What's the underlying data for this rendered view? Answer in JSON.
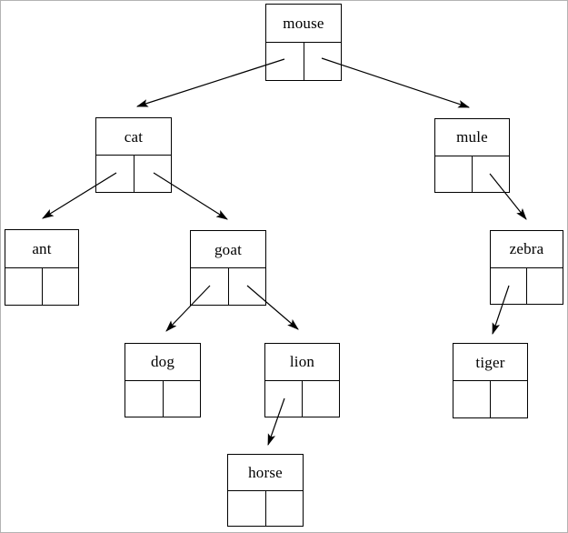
{
  "diagram": {
    "kind": "binary-tree",
    "root": "mouse",
    "nodes": [
      {
        "id": "mouse",
        "label": "mouse",
        "left_child": "cat",
        "right_child": "mule"
      },
      {
        "id": "cat",
        "label": "cat",
        "left_child": "ant",
        "right_child": "goat"
      },
      {
        "id": "mule",
        "label": "mule",
        "left_child": null,
        "right_child": "zebra"
      },
      {
        "id": "ant",
        "label": "ant",
        "left_child": null,
        "right_child": null
      },
      {
        "id": "goat",
        "label": "goat",
        "left_child": "dog",
        "right_child": "lion"
      },
      {
        "id": "zebra",
        "label": "zebra",
        "left_child": "tiger",
        "right_child": null
      },
      {
        "id": "dog",
        "label": "dog",
        "left_child": null,
        "right_child": null
      },
      {
        "id": "lion",
        "label": "lion",
        "left_child": "horse",
        "right_child": null
      },
      {
        "id": "tiger",
        "label": "tiger",
        "left_child": null,
        "right_child": null
      },
      {
        "id": "horse",
        "label": "horse",
        "left_child": null,
        "right_child": null
      }
    ],
    "edges": [
      {
        "from": "mouse",
        "slot": "left",
        "to": "cat"
      },
      {
        "from": "mouse",
        "slot": "right",
        "to": "mule"
      },
      {
        "from": "cat",
        "slot": "left",
        "to": "ant"
      },
      {
        "from": "cat",
        "slot": "right",
        "to": "goat"
      },
      {
        "from": "goat",
        "slot": "left",
        "to": "dog"
      },
      {
        "from": "goat",
        "slot": "right",
        "to": "lion"
      },
      {
        "from": "lion",
        "slot": "left",
        "to": "horse"
      },
      {
        "from": "mule",
        "slot": "right",
        "to": "zebra"
      },
      {
        "from": "zebra",
        "slot": "left",
        "to": "tiger"
      }
    ],
    "colors": {
      "line": "#000000",
      "text": "#000000",
      "background": "#ffffff",
      "frame_border": "#b3b3b3"
    }
  }
}
